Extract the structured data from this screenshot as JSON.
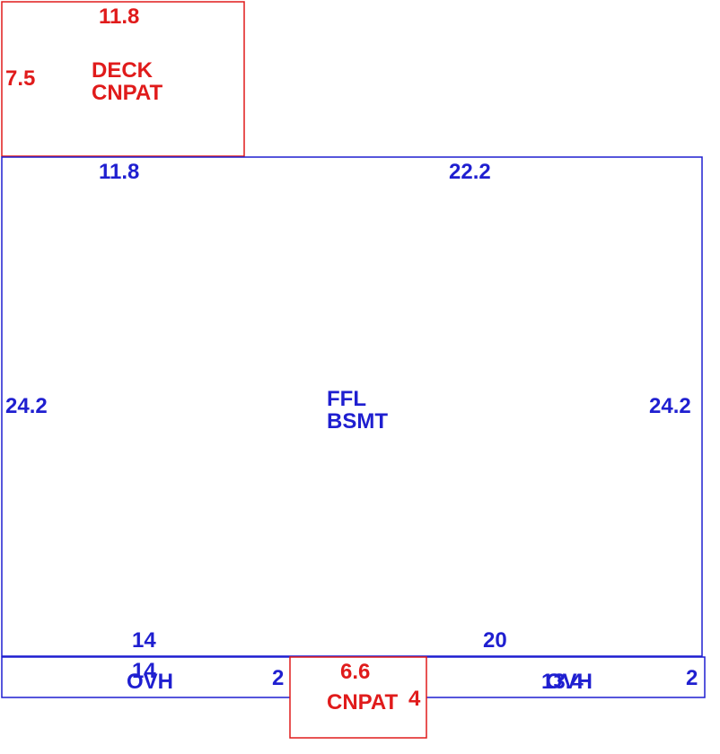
{
  "colors": {
    "deck": "#e01b1b",
    "house": "#1f1fd0",
    "background": "#ffffff"
  },
  "deck": {
    "width_label": "11.8",
    "depth_label": "7.5",
    "name_line1": "DECK",
    "name_line2": "CNPAT"
  },
  "house": {
    "top_left_label": "11.8",
    "top_right_label": "22.2",
    "left_label": "24.2",
    "right_label": "24.2",
    "bottom_left_label": "14",
    "bottom_right_label": "20",
    "name_line1": "FFL",
    "name_line2": "BSMT"
  },
  "overhang_left": {
    "width_label": "14",
    "depth_label": "2",
    "name": "OVH"
  },
  "overhang_right": {
    "width_label": "13.4",
    "depth_label": "2",
    "name": "OVH"
  },
  "front_patio": {
    "width_label": "6.6",
    "depth_label": "4",
    "name": "CNPAT"
  }
}
